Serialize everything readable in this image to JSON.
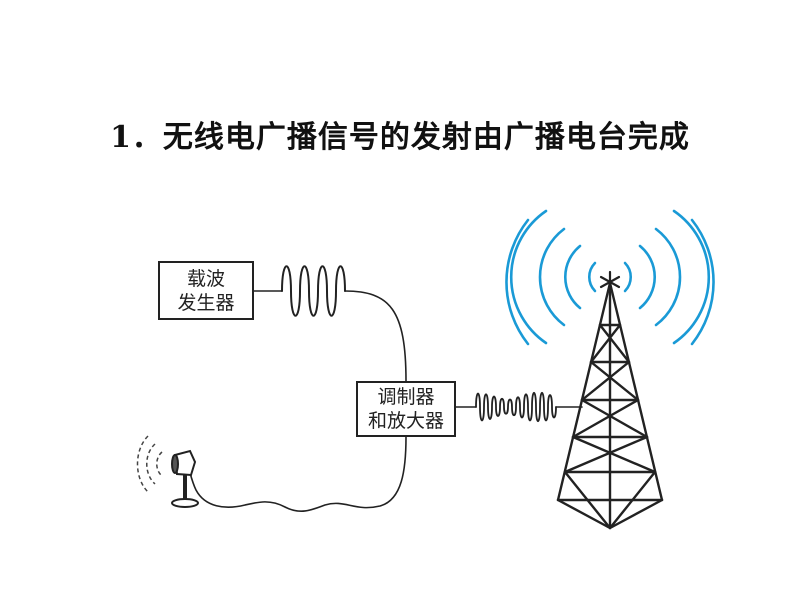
{
  "slide": {
    "title": "1．无线电广播信号的发射由广播电台完成"
  },
  "diagram": {
    "carrier_generator": {
      "line1": "载波",
      "line2": "发生器"
    },
    "modulator_amplifier": {
      "line1": "调制器",
      "line2": "和放大器"
    },
    "colors": {
      "stroke": "#222222",
      "radio_waves": "#1a9ad6"
    },
    "icons": [
      "microphone-icon",
      "sound-wave-icon",
      "radio-tower-icon",
      "radio-wave-icon"
    ]
  }
}
